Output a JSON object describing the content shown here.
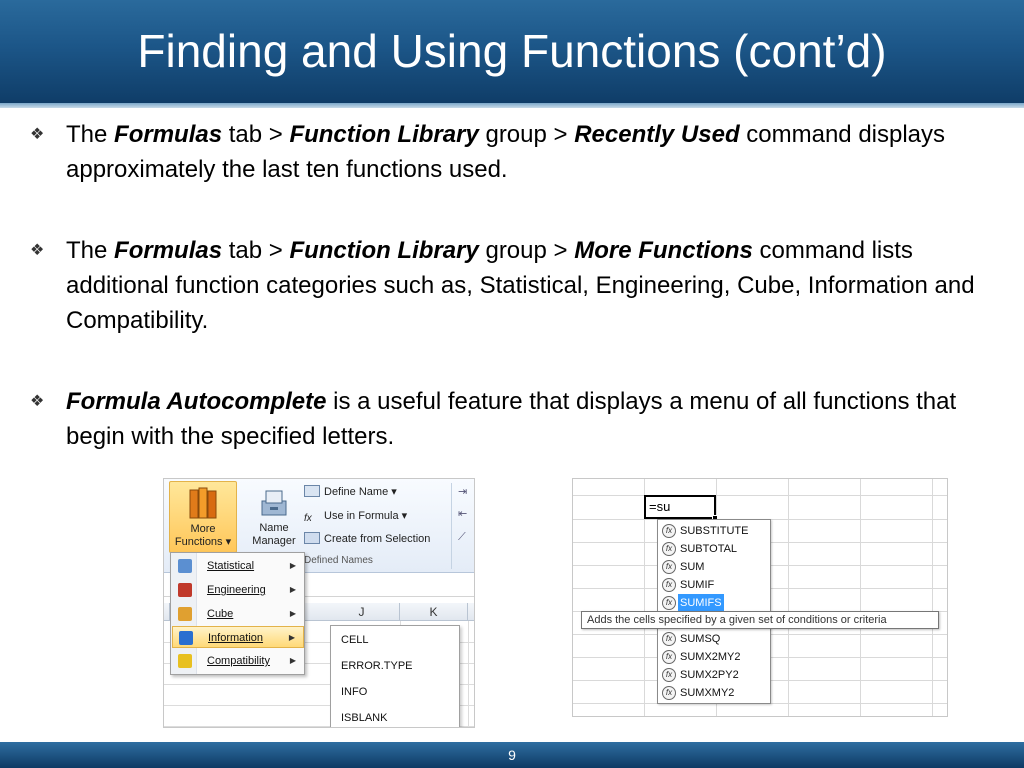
{
  "slide": {
    "title": "Finding and Using Functions (cont’d)",
    "page_number": "9"
  },
  "bullets": [
    {
      "parts": [
        {
          "text": "The ",
          "bold": false
        },
        {
          "text": "Formulas",
          "bold": true
        },
        {
          "text": " tab > ",
          "bold": false
        },
        {
          "text": "Function Library",
          "bold": true
        },
        {
          "text": " group > ",
          "bold": false
        },
        {
          "text": "Recently Used",
          "bold": true
        },
        {
          "text": " command displays approximately the last ten functions used.",
          "bold": false
        }
      ]
    },
    {
      "parts": [
        {
          "text": "The ",
          "bold": false
        },
        {
          "text": "Formulas",
          "bold": true
        },
        {
          "text": " tab > ",
          "bold": false
        },
        {
          "text": "Function Library",
          "bold": true
        },
        {
          "text": " group > ",
          "bold": false
        },
        {
          "text": "More Functions",
          "bold": true
        },
        {
          "text": " command lists additional function categories such as, Statistical, Engineering, Cube, Information and Compatibility.",
          "bold": false
        }
      ]
    },
    {
      "parts": [
        {
          "text": "Formula Autocomplete",
          "bold": true
        },
        {
          "text": " is a useful feature that displays a menu of all functions that begin with the specified letters.",
          "bold": false
        }
      ]
    }
  ],
  "left_screenshot": {
    "more_functions": {
      "line1": "More",
      "line2": "Functions ▾"
    },
    "name_manager": {
      "line1": "Name",
      "line2": "Manager"
    },
    "defined_names": {
      "define_name": "Define Name ▾",
      "use_in_formula": "Use in Formula ▾",
      "create_from_selection": "Create from Selection",
      "group_label": "Defined Names"
    },
    "columns": [
      "J",
      "K"
    ],
    "menu_items": [
      {
        "label": "Statistical",
        "icon": "statistical-icon",
        "color": "#5b8fd1"
      },
      {
        "label": "Engineering",
        "icon": "engineering-icon",
        "color": "#c0392b"
      },
      {
        "label": "Cube",
        "icon": "cube-icon",
        "color": "#e0a030"
      },
      {
        "label": "Information",
        "icon": "information-icon",
        "color": "#2a6fd0"
      },
      {
        "label": "Compatibility",
        "icon": "compatibility-icon",
        "color": "#e8c020"
      }
    ],
    "highlighted_item": "Information",
    "info_submenu": [
      "CELL",
      "ERROR.TYPE",
      "INFO",
      "ISBLANK"
    ]
  },
  "right_screenshot": {
    "cell_value": "=su",
    "autocomplete": [
      "SUBSTITUTE",
      "SUBTOTAL",
      "SUM",
      "SUMIF",
      "SUMIFS",
      "SUMSQ",
      "SUMX2MY2",
      "SUMX2PY2",
      "SUMXMY2"
    ],
    "selected": "SUMIFS",
    "tooltip": "Adds the cells specified by a given set of conditions or criteria"
  }
}
